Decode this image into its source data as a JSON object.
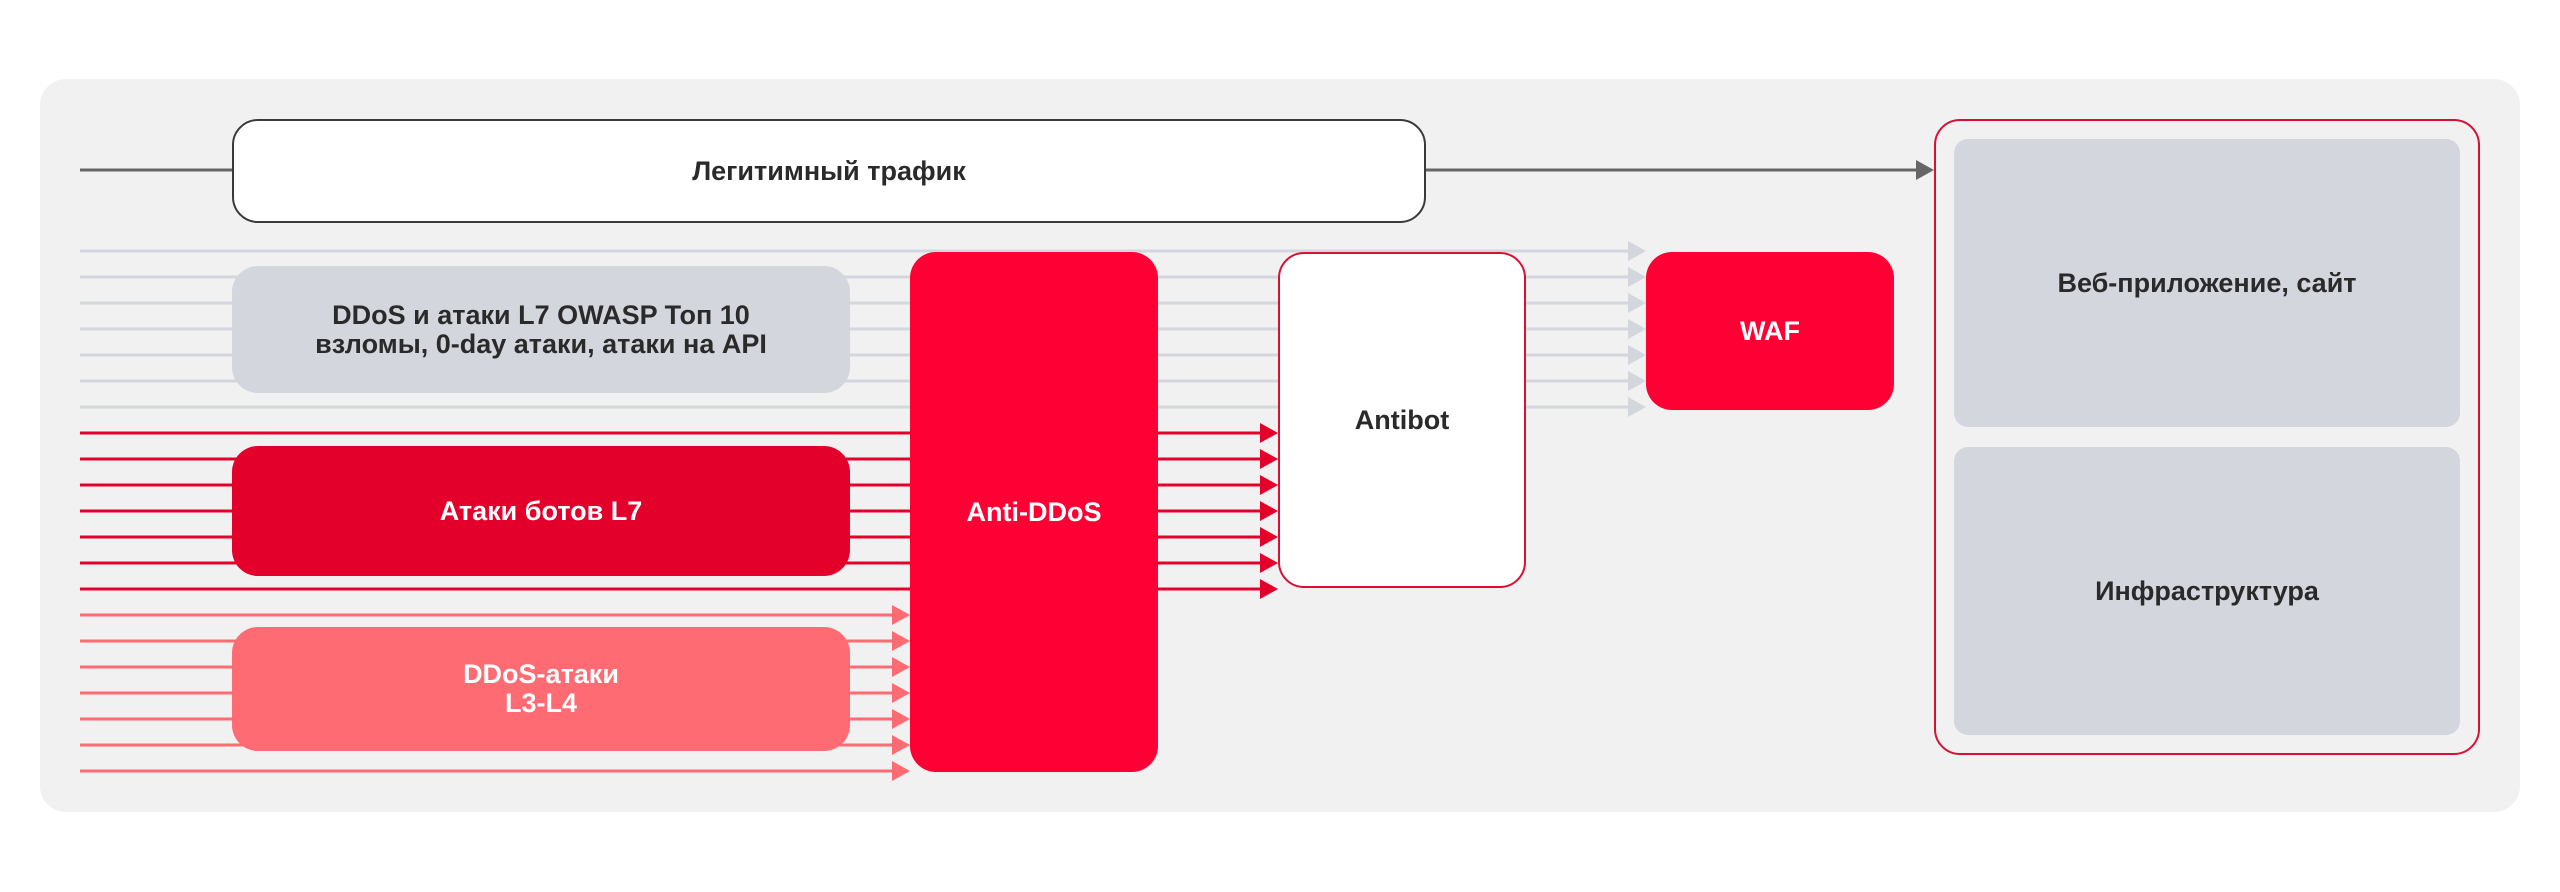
{
  "legit_traffic": {
    "label": "Легитимный трафик"
  },
  "threats": {
    "owasp": {
      "label": "DDoS и атаки L7 OWASP Топ 10\nвзломы, 0-day атаки, атаки на API"
    },
    "bots": {
      "label": "Атаки ботов L7"
    },
    "ddos_l3l4": {
      "label": "DDoS-атаки\nL3-L4"
    }
  },
  "defense": {
    "anti_ddos": {
      "label": "Anti-DDoS"
    },
    "antibot": {
      "label": "Antibot"
    },
    "waf": {
      "label": "WAF"
    }
  },
  "targets": {
    "webapp": {
      "label": "Веб-приложение, сайт"
    },
    "infra": {
      "label": "Инфраструктура"
    }
  },
  "colors": {
    "brand_red": "#ff0034",
    "bot_red": "#e3002b",
    "ddos_pink": "#ff6b73",
    "grey_flow": "#d3d6dd",
    "legit_line": "#666666"
  },
  "flows": {
    "grey_count": 7,
    "bot_count": 7,
    "ddos_count": 7
  }
}
